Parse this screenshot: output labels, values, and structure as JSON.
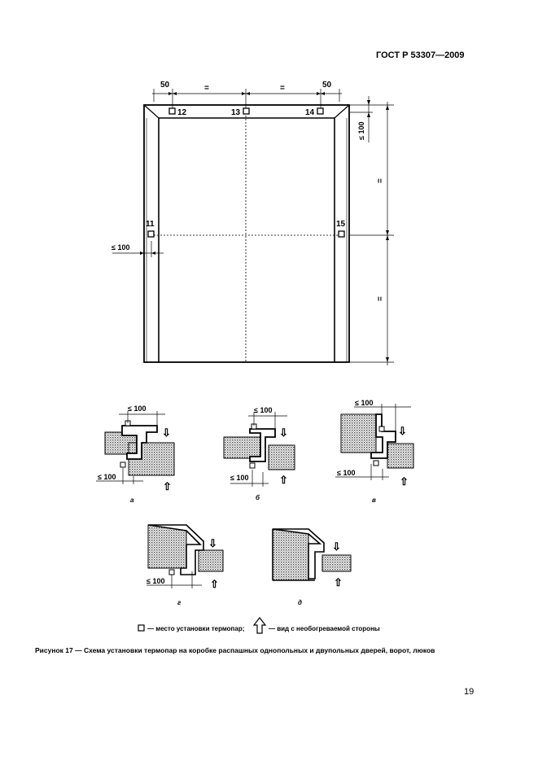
{
  "header": {
    "standard": "ГОСТ Р 53307—2009"
  },
  "figure": {
    "dims": {
      "top_side": "50",
      "equal": "=",
      "max_gap": "≤ 100"
    },
    "points": [
      "11",
      "12",
      "13",
      "14",
      "15"
    ],
    "details": [
      "а",
      "б",
      "в",
      "г",
      "д"
    ],
    "legend": {
      "square_text": "— место установки термопар;",
      "arrow_text": "— вид с необогреваемой стороны"
    },
    "caption": "Рисунок 17 — Схема установки термопар на коробке распашных однопольных и двупольных дверей, ворот, люков"
  },
  "page_number": "19",
  "symbols": {
    "arrow_down": "⇩",
    "arrow_up": "⇧"
  }
}
